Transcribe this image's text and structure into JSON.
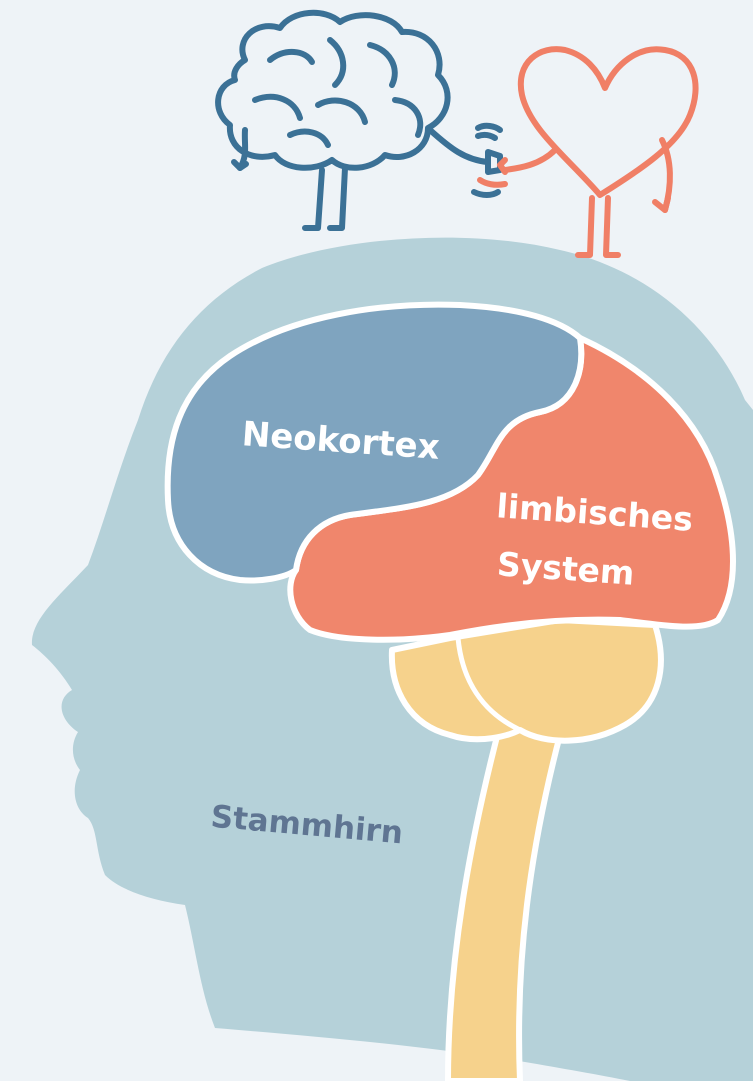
{
  "labels": {
    "neokortex": "Neokortex",
    "limbisch_line1": "limbisches",
    "limbisch_line2": "System",
    "stammhirn": "Stammhirn"
  },
  "icons": {
    "brain": "brain-character-icon",
    "heart": "heart-character-icon"
  },
  "colors": {
    "background": "#eef3f7",
    "head": "#b5d1d9",
    "neokortex": "#7fa4bf",
    "limbic": "#f0866c",
    "brainstem": "#f6d28c",
    "outline": "#ffffff",
    "brain_icon": "#3b7196",
    "heart_icon": "#f07f66",
    "label_light": "#ffffff",
    "label_dark": "#5f7592"
  }
}
